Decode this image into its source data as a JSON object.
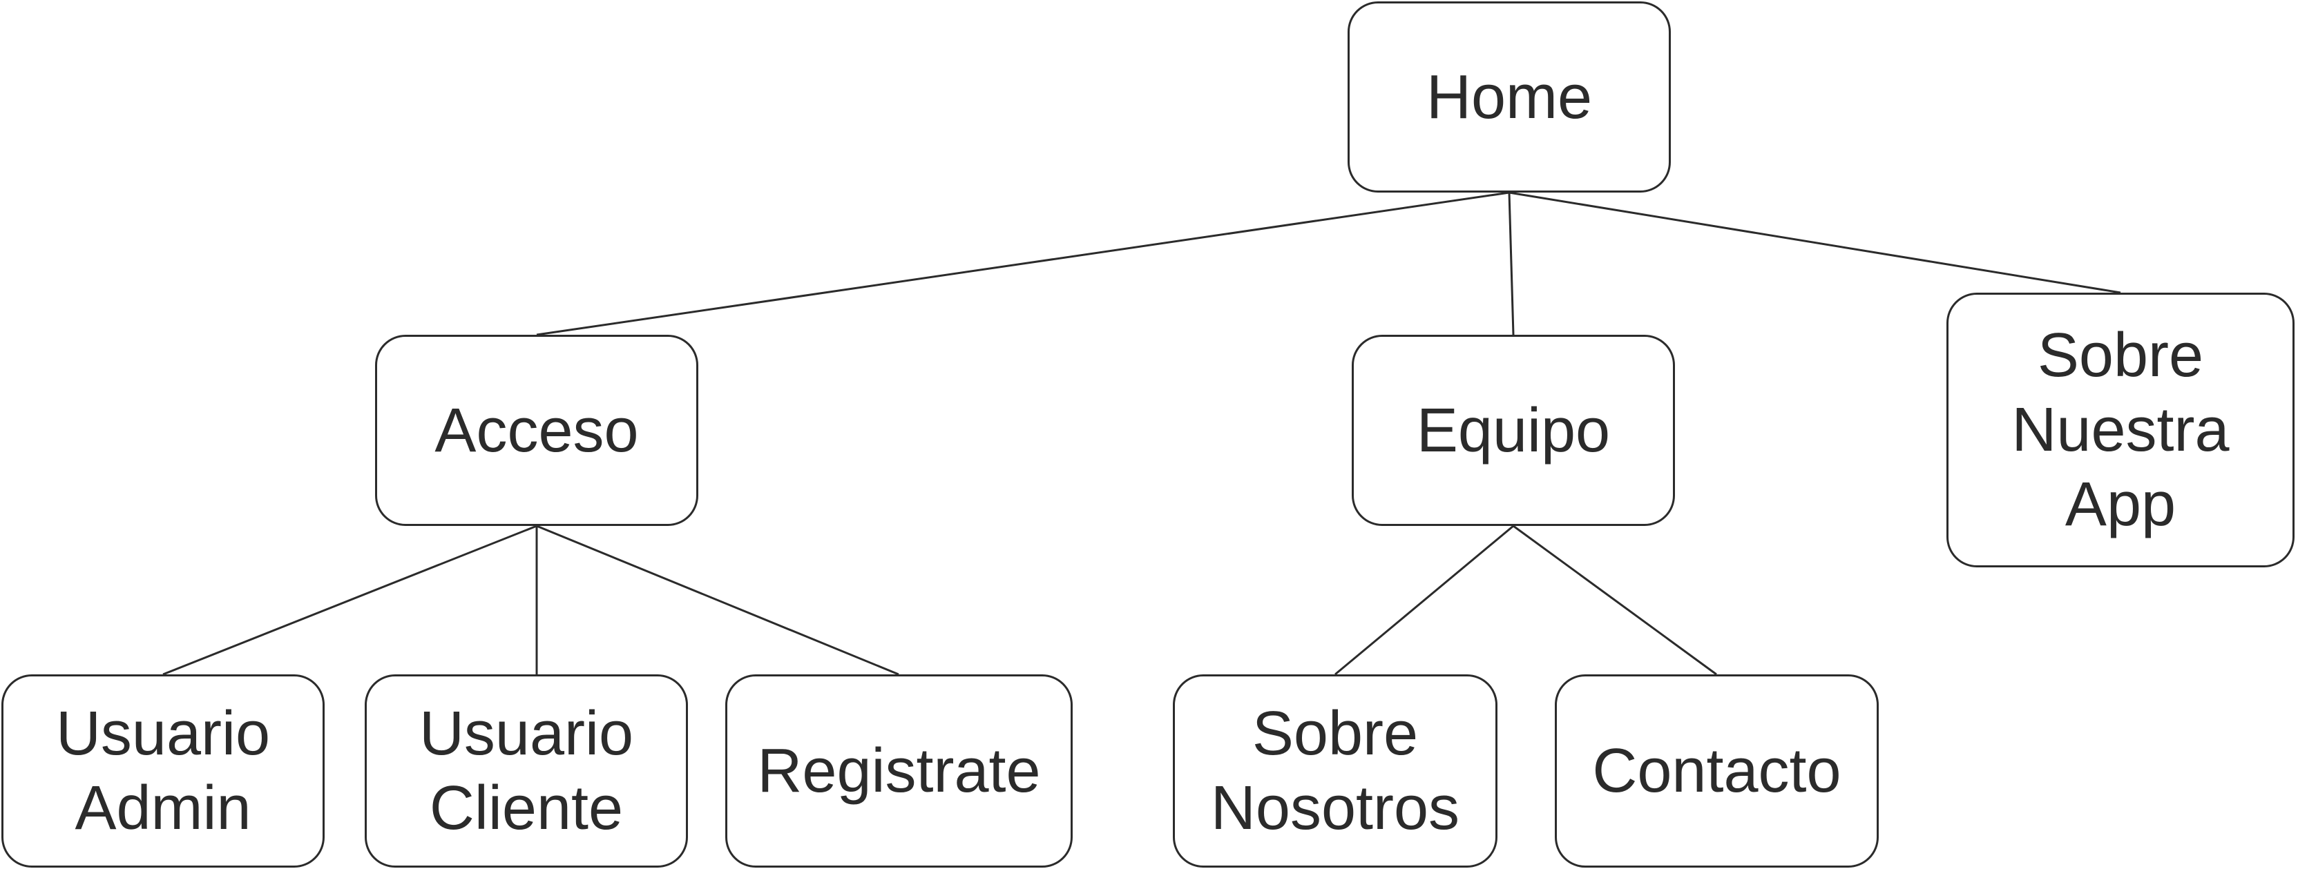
{
  "diagram": {
    "nodes": {
      "home": {
        "lines": [
          "Home"
        ]
      },
      "acceso": {
        "lines": [
          "Acceso"
        ]
      },
      "equipo": {
        "lines": [
          "Equipo"
        ]
      },
      "sobre_app": {
        "lines": [
          "Sobre",
          "Nuestra",
          "App"
        ]
      },
      "usuario_admin": {
        "lines": [
          "Usuario",
          "Admin"
        ]
      },
      "usuario_cliente": {
        "lines": [
          "Usuario",
          "Cliente"
        ]
      },
      "registrate": {
        "lines": [
          "Registrate"
        ]
      },
      "sobre_nosotros": {
        "lines": [
          "Sobre",
          "Nosotros"
        ]
      },
      "contacto": {
        "lines": [
          "Contacto"
        ]
      }
    },
    "edges": [
      [
        "home",
        "acceso"
      ],
      [
        "home",
        "equipo"
      ],
      [
        "home",
        "sobre_app"
      ],
      [
        "acceso",
        "usuario_admin"
      ],
      [
        "acceso",
        "usuario_cliente"
      ],
      [
        "acceso",
        "registrate"
      ],
      [
        "equipo",
        "sobre_nosotros"
      ],
      [
        "equipo",
        "contacto"
      ]
    ],
    "colors": {
      "stroke": "#2b2b2b",
      "text": "#2b2b2b",
      "fill": "#ffffff"
    }
  }
}
